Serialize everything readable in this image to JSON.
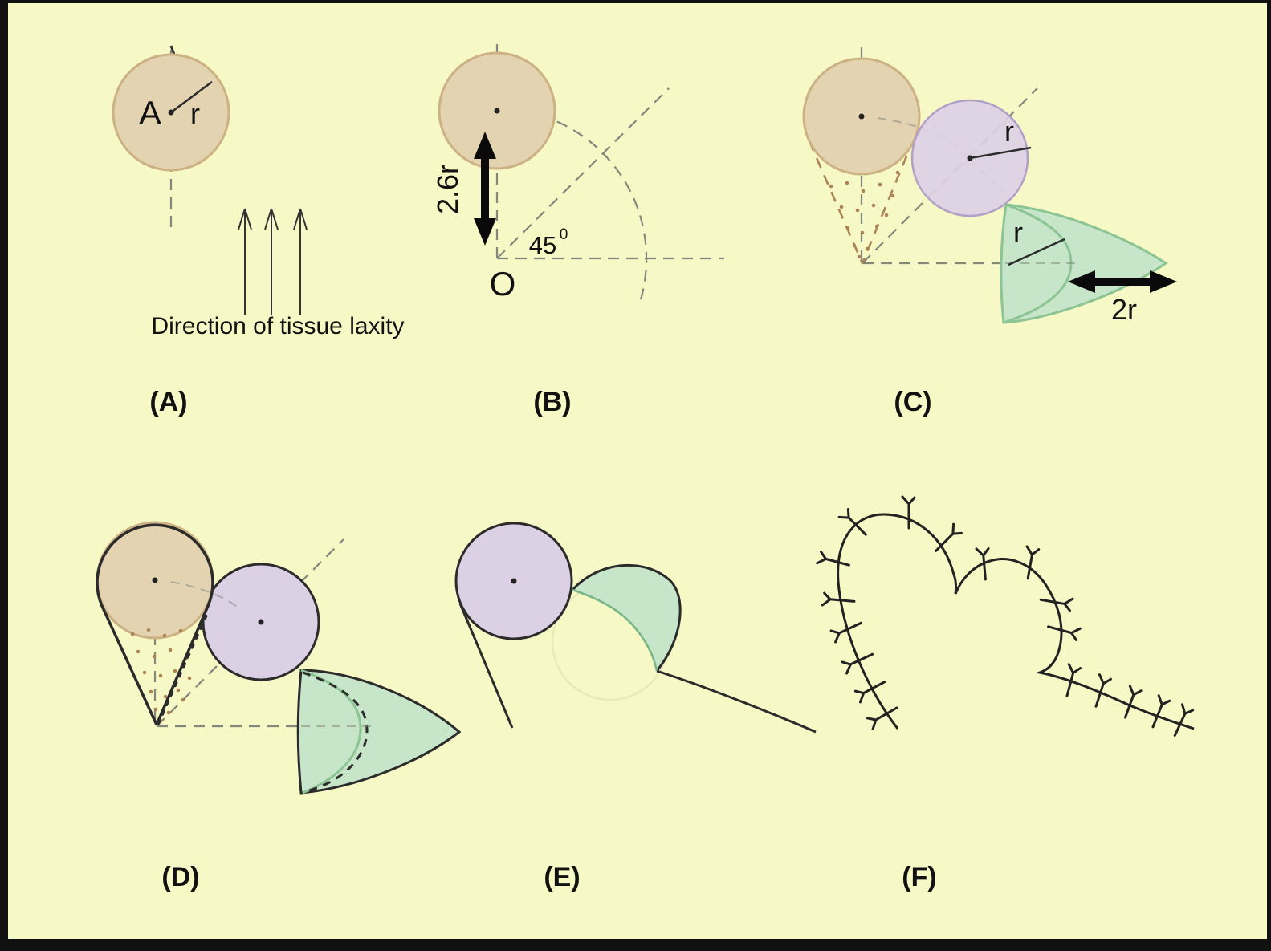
{
  "figure": {
    "description": "Flap planning diagram, panels A to F",
    "background_color": "#f6f8c5",
    "frame_color": "#111111",
    "palette": {
      "defect_circle_fill": "#e3d3b1",
      "defect_circle_stroke": "#ccb183",
      "flap_circle_fill": "#dcd0e5",
      "flap_circle_stroke": "#b3a0c8",
      "dart_fill": "#c7e6c9",
      "dart_stroke": "#8cc493",
      "guide_dash_color": "#84877b",
      "ink_color": "#2b2b2b",
      "undermine_dash_color": "#ab8354"
    },
    "panels": {
      "a": {
        "label": "(A)",
        "point_label": "A",
        "radius_label": "r",
        "caption": "Direction of tissue laxity"
      },
      "b": {
        "label": "(B)",
        "distance_label": "2.6r",
        "angle_value": "45",
        "angle_exponent": "0",
        "origin_label": "O"
      },
      "c": {
        "label": "(C)",
        "flap_radius_label": "r",
        "dart_radius_label": "r",
        "dart_width_label": "2r"
      },
      "d": {
        "label": "(D)"
      },
      "e": {
        "label": "(E)"
      },
      "f": {
        "label": "(F)"
      }
    }
  }
}
